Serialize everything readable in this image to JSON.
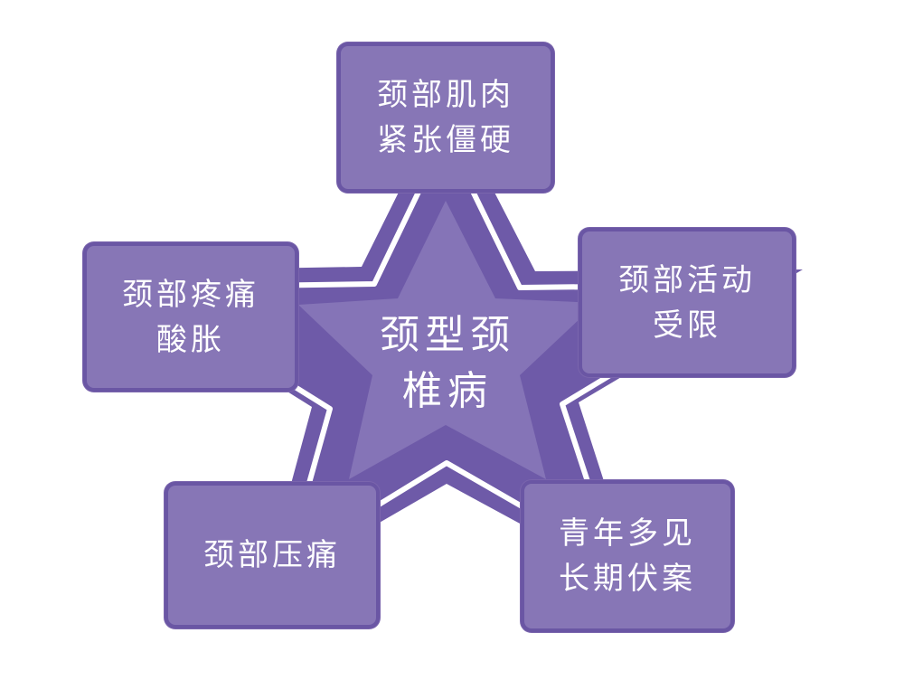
{
  "diagram": {
    "center": {
      "lines": [
        "颈型颈",
        "椎病"
      ]
    },
    "nodes": [
      {
        "id": "top",
        "lines": [
          "颈部肌肉",
          "紧张僵硬"
        ]
      },
      {
        "id": "right",
        "lines": [
          "颈部活动",
          "受限"
        ]
      },
      {
        "id": "left",
        "lines": [
          "颈部疼痛",
          "酸胀"
        ]
      },
      {
        "id": "bottom_left",
        "lines": [
          "颈部压痛"
        ]
      },
      {
        "id": "bottom_right",
        "lines": [
          "青年多见",
          "长期伏案"
        ]
      }
    ]
  },
  "colors": {
    "star_outer": "#6e5aa8",
    "star_inner": "#8574b7",
    "box_fill": "#8776b6",
    "box_border": "#6a56a4",
    "text": "#ffffff"
  }
}
